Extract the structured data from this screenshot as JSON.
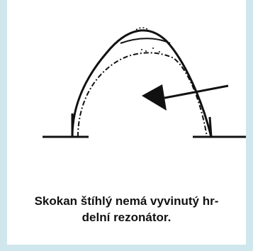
{
  "caption": {
    "line1": "Skokan štíhlý nemá vyvinutý hr-",
    "line2": "delní rezonátor."
  },
  "illustration": {
    "label": "slender-dome-profile",
    "stroke_color": "#111111"
  }
}
